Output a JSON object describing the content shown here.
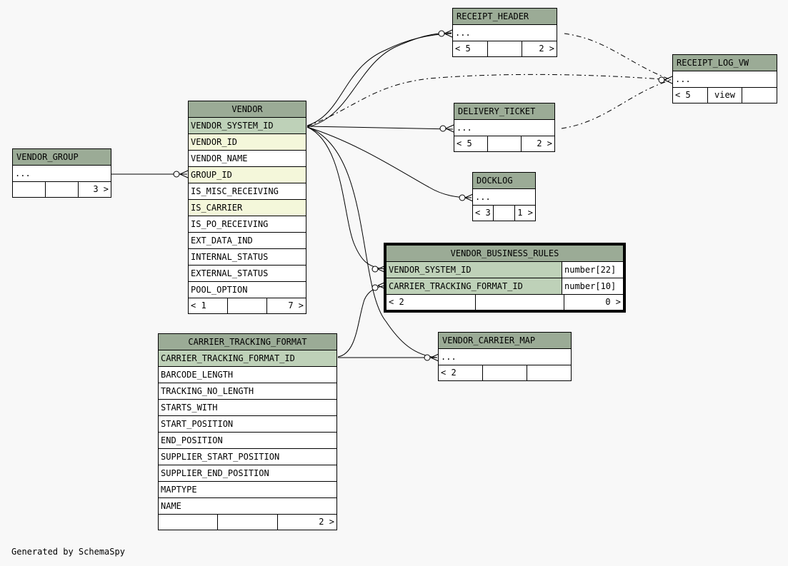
{
  "tables": {
    "receipt_header": {
      "name": "RECEIPT_HEADER",
      "rows": [
        "..."
      ],
      "footer": [
        "< 5",
        "",
        "2 >"
      ]
    },
    "receipt_log_vw": {
      "name": "RECEIPT_LOG_VW",
      "rows": [
        "..."
      ],
      "footer": [
        "< 5",
        "view",
        ""
      ]
    },
    "delivery_ticket": {
      "name": "DELIVERY_TICKET",
      "rows": [
        "..."
      ],
      "footer": [
        "< 5",
        "",
        "2 >"
      ]
    },
    "vendor": {
      "name": "VENDOR",
      "rows": [
        "VENDOR_SYSTEM_ID",
        "VENDOR_ID",
        "VENDOR_NAME",
        "GROUP_ID",
        "IS_MISC_RECEIVING",
        "IS_CARRIER",
        "IS_PO_RECEIVING",
        "EXT_DATA_IND",
        "INTERNAL_STATUS",
        "EXTERNAL_STATUS",
        "POOL_OPTION"
      ],
      "footer": [
        "< 1",
        "",
        "7 >"
      ]
    },
    "vendor_group": {
      "name": "VENDOR_GROUP",
      "rows": [
        "..."
      ],
      "footer": [
        "",
        "",
        "3 >"
      ]
    },
    "docklog": {
      "name": "DOCKLOG",
      "rows": [
        "..."
      ],
      "footer": [
        "< 3",
        "",
        "1 >"
      ]
    },
    "vendor_business_rules": {
      "name": "VENDOR_BUSINESS_RULES",
      "rows": [
        {
          "col": "VENDOR_SYSTEM_ID",
          "type": "number[22]"
        },
        {
          "col": "CARRIER_TRACKING_FORMAT_ID",
          "type": "number[10]"
        }
      ],
      "footer": [
        "< 2",
        "",
        "0 >"
      ]
    },
    "vendor_carrier_map": {
      "name": "VENDOR_CARRIER_MAP",
      "rows": [
        "..."
      ],
      "footer": [
        "< 2",
        "",
        ""
      ]
    },
    "carrier_tracking_format": {
      "name": "CARRIER_TRACKING_FORMAT",
      "rows": [
        "CARRIER_TRACKING_FORMAT_ID",
        "BARCODE_LENGTH",
        "TRACKING_NO_LENGTH",
        "STARTS_WITH",
        "START_POSITION",
        "END_POSITION",
        "SUPPLIER_START_POSITION",
        "SUPPLIER_END_POSITION",
        "MAPTYPE",
        "NAME"
      ],
      "footer": [
        "",
        "",
        "2 >"
      ]
    }
  },
  "relationships": [
    {
      "from": "VENDOR.VENDOR_SYSTEM_ID",
      "to": "RECEIPT_HEADER",
      "style": "solid"
    },
    {
      "from": "VENDOR.VENDOR_SYSTEM_ID",
      "to": "RECEIPT_LOG_VW",
      "style": "dashed"
    },
    {
      "from": "VENDOR.VENDOR_SYSTEM_ID",
      "to": "DELIVERY_TICKET",
      "style": "solid"
    },
    {
      "from": "VENDOR.VENDOR_SYSTEM_ID",
      "to": "DOCKLOG",
      "style": "solid"
    },
    {
      "from": "VENDOR.VENDOR_SYSTEM_ID",
      "to": "VENDOR_BUSINESS_RULES.VENDOR_SYSTEM_ID",
      "style": "solid"
    },
    {
      "from": "VENDOR.VENDOR_SYSTEM_ID",
      "to": "VENDOR_CARRIER_MAP",
      "style": "solid"
    },
    {
      "from": "VENDOR_GROUP",
      "to": "VENDOR.GROUP_ID",
      "style": "solid"
    },
    {
      "from": "CARRIER_TRACKING_FORMAT.CARRIER_TRACKING_FORMAT_ID",
      "to": "VENDOR_BUSINESS_RULES.CARRIER_TRACKING_FORMAT_ID",
      "style": "solid"
    },
    {
      "from": "CARRIER_TRACKING_FORMAT.CARRIER_TRACKING_FORMAT_ID",
      "to": "VENDOR_CARRIER_MAP",
      "style": "solid"
    },
    {
      "from": "RECEIPT_HEADER",
      "to": "RECEIPT_LOG_VW",
      "style": "dashed"
    },
    {
      "from": "DELIVERY_TICKET",
      "to": "RECEIPT_LOG_VW",
      "style": "dashed"
    }
  ],
  "credit": "Generated by SchemaSpy"
}
